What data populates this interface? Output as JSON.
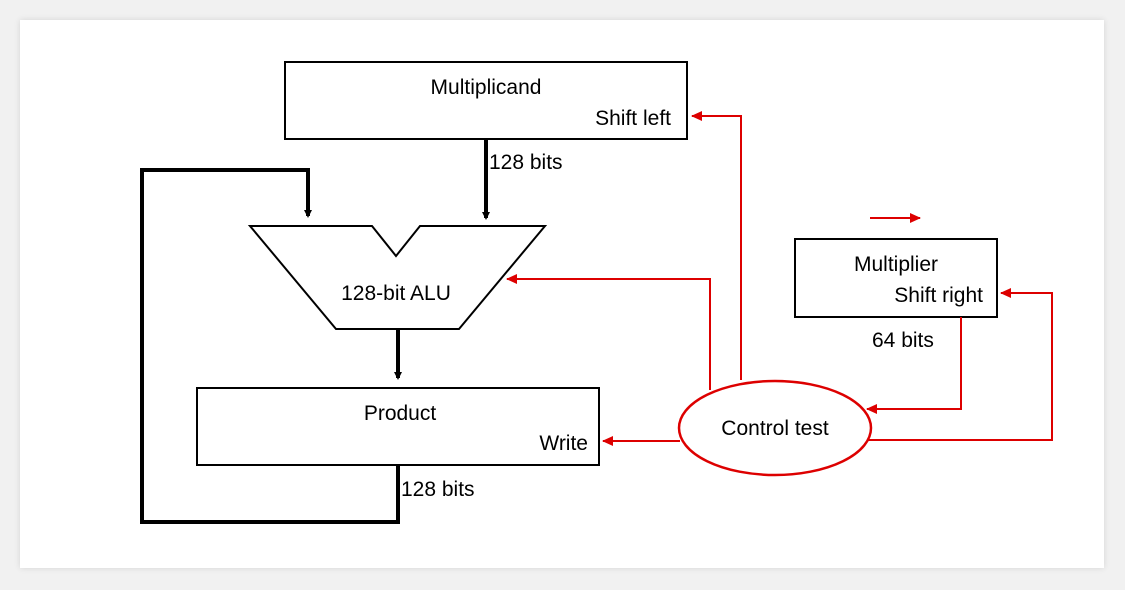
{
  "colors": {
    "datapath": "#000000",
    "control": "#dd0000",
    "background": "#ffffff"
  },
  "multiplicand": {
    "name": "Multiplicand",
    "op": "Shift left"
  },
  "alu": {
    "name": "128-bit ALU"
  },
  "product": {
    "name": "Product",
    "op": "Write"
  },
  "multiplier": {
    "name": "Multiplier",
    "op": "Shift right"
  },
  "control": {
    "name": "Control test"
  },
  "widths": {
    "multiplicand_bus": "128 bits",
    "product_bus": "128 bits",
    "multiplier_bus": "64 bits"
  }
}
